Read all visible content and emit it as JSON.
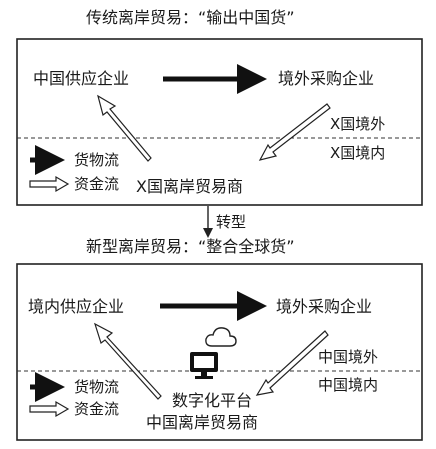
{
  "top": {
    "title": "传统离岸贸易：“输出中国货”",
    "supplier": "中国供应企业",
    "buyer": "境外采购企业",
    "outside": "X国境外",
    "inside": "X国境内",
    "trader": "X国离岸贸易商",
    "legend_goods": "货物流",
    "legend_funds": "资金流"
  },
  "transition": "转型",
  "bottom": {
    "title": "新型离岸贸易：“整合全球货”",
    "supplier": "境内供应企业",
    "buyer": "境外采购企业",
    "outside": "中国境外",
    "inside": "中国境内",
    "platform": "数字化平台",
    "trader": "中国离岸贸易商",
    "legend_goods": "货物流",
    "legend_funds": "资金流"
  },
  "icons": [
    "cloud-icon",
    "computer-monitor-icon"
  ]
}
